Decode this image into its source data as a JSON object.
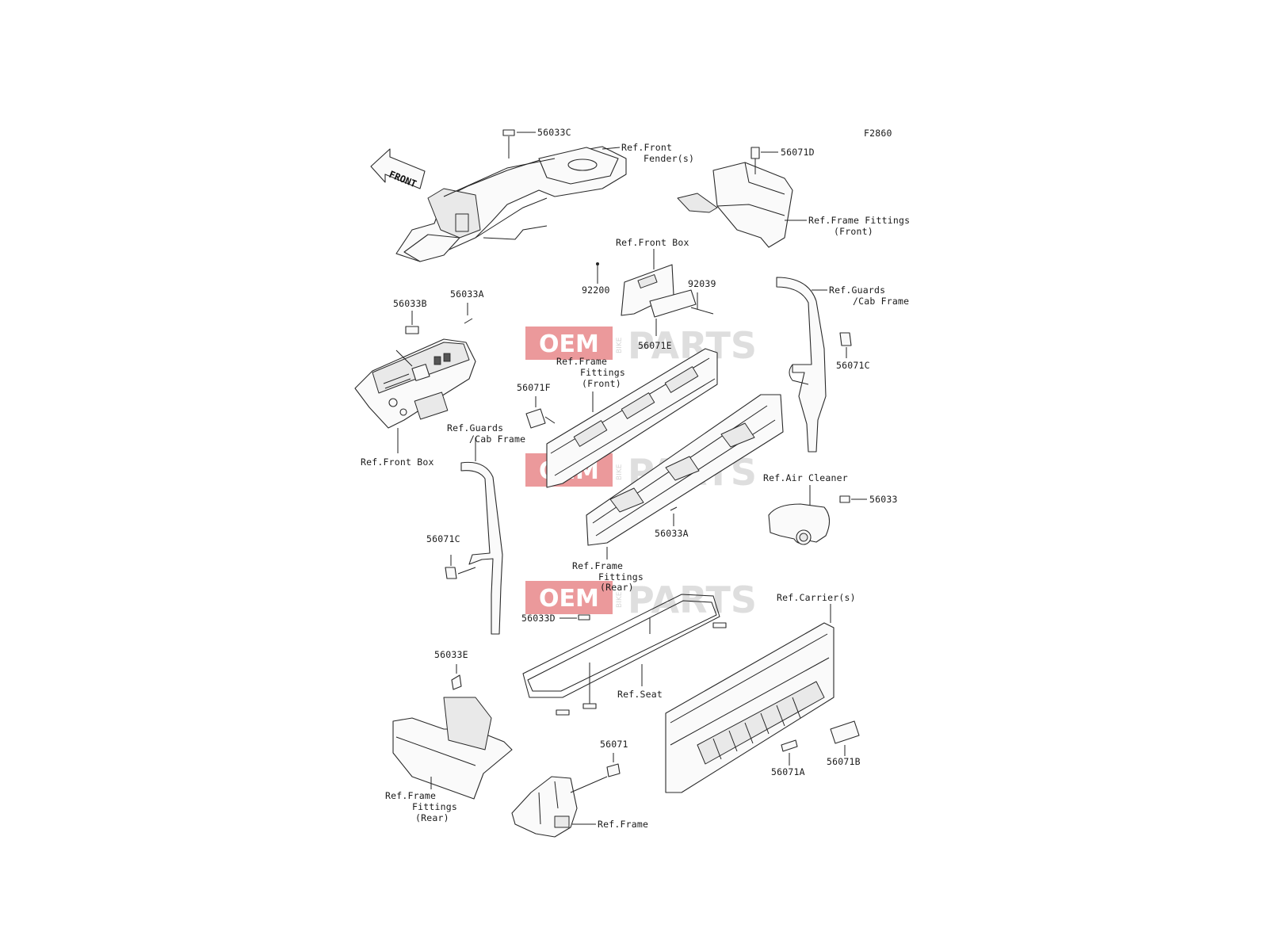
{
  "figure_code": "F2860",
  "front_arrow": "FRONT",
  "watermark": {
    "oem": "OEM",
    "bike": "BIKE",
    "parts": "PARTS"
  },
  "callouts": {
    "c56033C": "56033C",
    "ref_front_fender_1": "Ref.Front",
    "ref_front_fender_2": "Fender(s)",
    "c56071D": "56071D",
    "ref_frame_fittings_front_r1": "Ref.Frame Fittings",
    "ref_frame_fittings_front_r2": "(Front)",
    "ref_front_box_top": "Ref.Front Box",
    "c92200": "92200",
    "c92039": "92039",
    "c56071E": "56071E",
    "ref_guards_r1": "Ref.Guards",
    "ref_guards_r2": "/Cab Frame",
    "c56071C_right": "56071C",
    "c56033B": "56033B",
    "c56033A_left": "56033A",
    "ref_front_box_left": "Ref.Front Box",
    "ref_frame_fittings_front_m1": "Ref.Frame",
    "ref_frame_fittings_front_m2": "Fittings",
    "ref_frame_fittings_front_m3": "(Front)",
    "c56071F": "56071F",
    "ref_guards_l1": "Ref.Guards",
    "ref_guards_l2": "/Cab Frame",
    "ref_air_cleaner": "Ref.Air Cleaner",
    "c56033": "56033",
    "c56033A_mid": "56033A",
    "c56071C_left": "56071C",
    "ref_frame_fittings_rear_m1": "Ref.Frame",
    "ref_frame_fittings_rear_m2": "Fittings",
    "ref_frame_fittings_rear_m3": "(Rear)",
    "c56033D": "56033D",
    "ref_carriers": "Ref.Carrier(s)",
    "ref_seat": "Ref.Seat",
    "c56033E": "56033E",
    "c56071": "56071",
    "c56071A": "56071A",
    "c56071B": "56071B",
    "ref_frame_fittings_rear_l1": "Ref.Frame",
    "ref_frame_fittings_rear_l2": "Fittings",
    "ref_frame_fittings_rear_l3": "(Rear)",
    "ref_frame": "Ref.Frame"
  }
}
